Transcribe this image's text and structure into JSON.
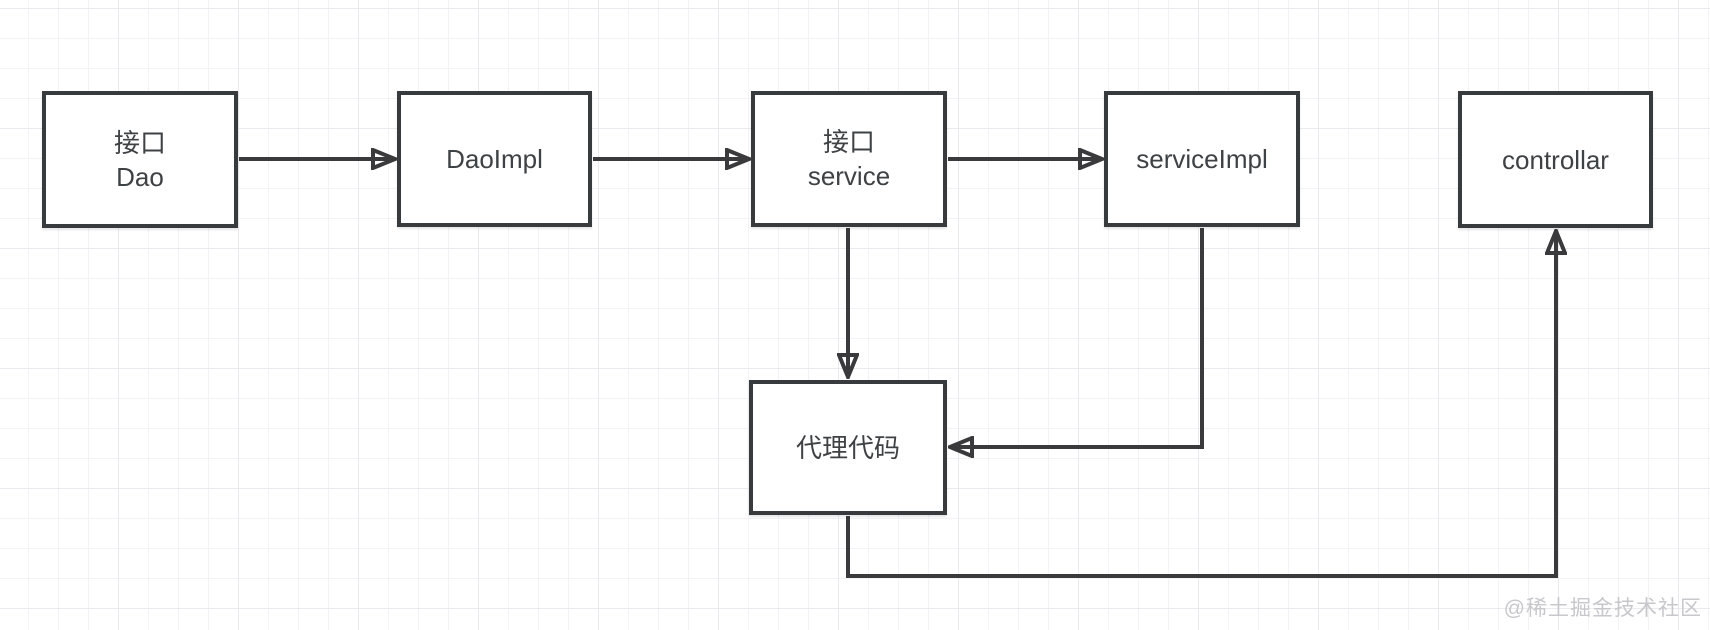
{
  "diagram": {
    "type": "flowchart",
    "background": "#ffffff",
    "grid_color": "#f3f3f6",
    "line_color": "#3a3a3d",
    "node_border_color": "#383b3e",
    "node_fill_color": "#ffffff"
  },
  "nodes": [
    {
      "id": "dao-interface",
      "label": "接口\nDao"
    },
    {
      "id": "dao-impl",
      "label": "DaoImpl"
    },
    {
      "id": "service-interface",
      "label": "接口\nservice"
    },
    {
      "id": "service-impl",
      "label": "serviceImpl"
    },
    {
      "id": "controllar",
      "label": "controllar"
    },
    {
      "id": "proxy-code",
      "label": "代理代码"
    }
  ],
  "edges": [
    {
      "from": "dao-interface",
      "to": "dao-impl",
      "arrow": "right"
    },
    {
      "from": "dao-impl",
      "to": "service-interface",
      "arrow": "right"
    },
    {
      "from": "service-interface",
      "to": "service-impl",
      "arrow": "right"
    },
    {
      "from": "service-interface",
      "to": "proxy-code",
      "arrow": "down"
    },
    {
      "from": "service-impl",
      "to": "proxy-code",
      "arrow": "left-into-right-side"
    },
    {
      "from": "proxy-code",
      "to": "controllar",
      "arrow": "up-into-bottom"
    }
  ],
  "watermark": {
    "text": "@稀土掘金技术社区"
  }
}
